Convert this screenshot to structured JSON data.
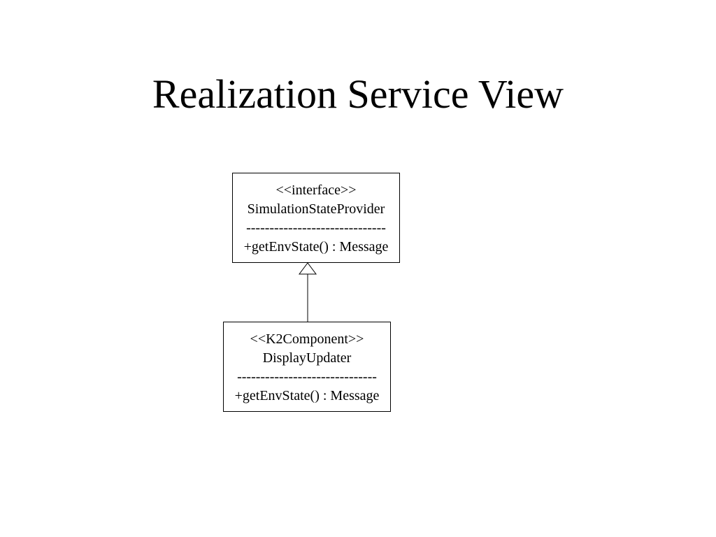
{
  "title": "Realization Service View",
  "interface_box": {
    "stereotype": "<<interface>>",
    "name": "SimulationStateProvider",
    "separator": "------------------------------",
    "operation": "+getEnvState() : Message"
  },
  "component_box": {
    "stereotype": "<<K2Component>>",
    "name": "DisplayUpdater",
    "separator": "------------------------------",
    "operation": "+getEnvState() : Message"
  },
  "relationship": {
    "type": "realization",
    "from": "DisplayUpdater",
    "to": "SimulationStateProvider"
  }
}
